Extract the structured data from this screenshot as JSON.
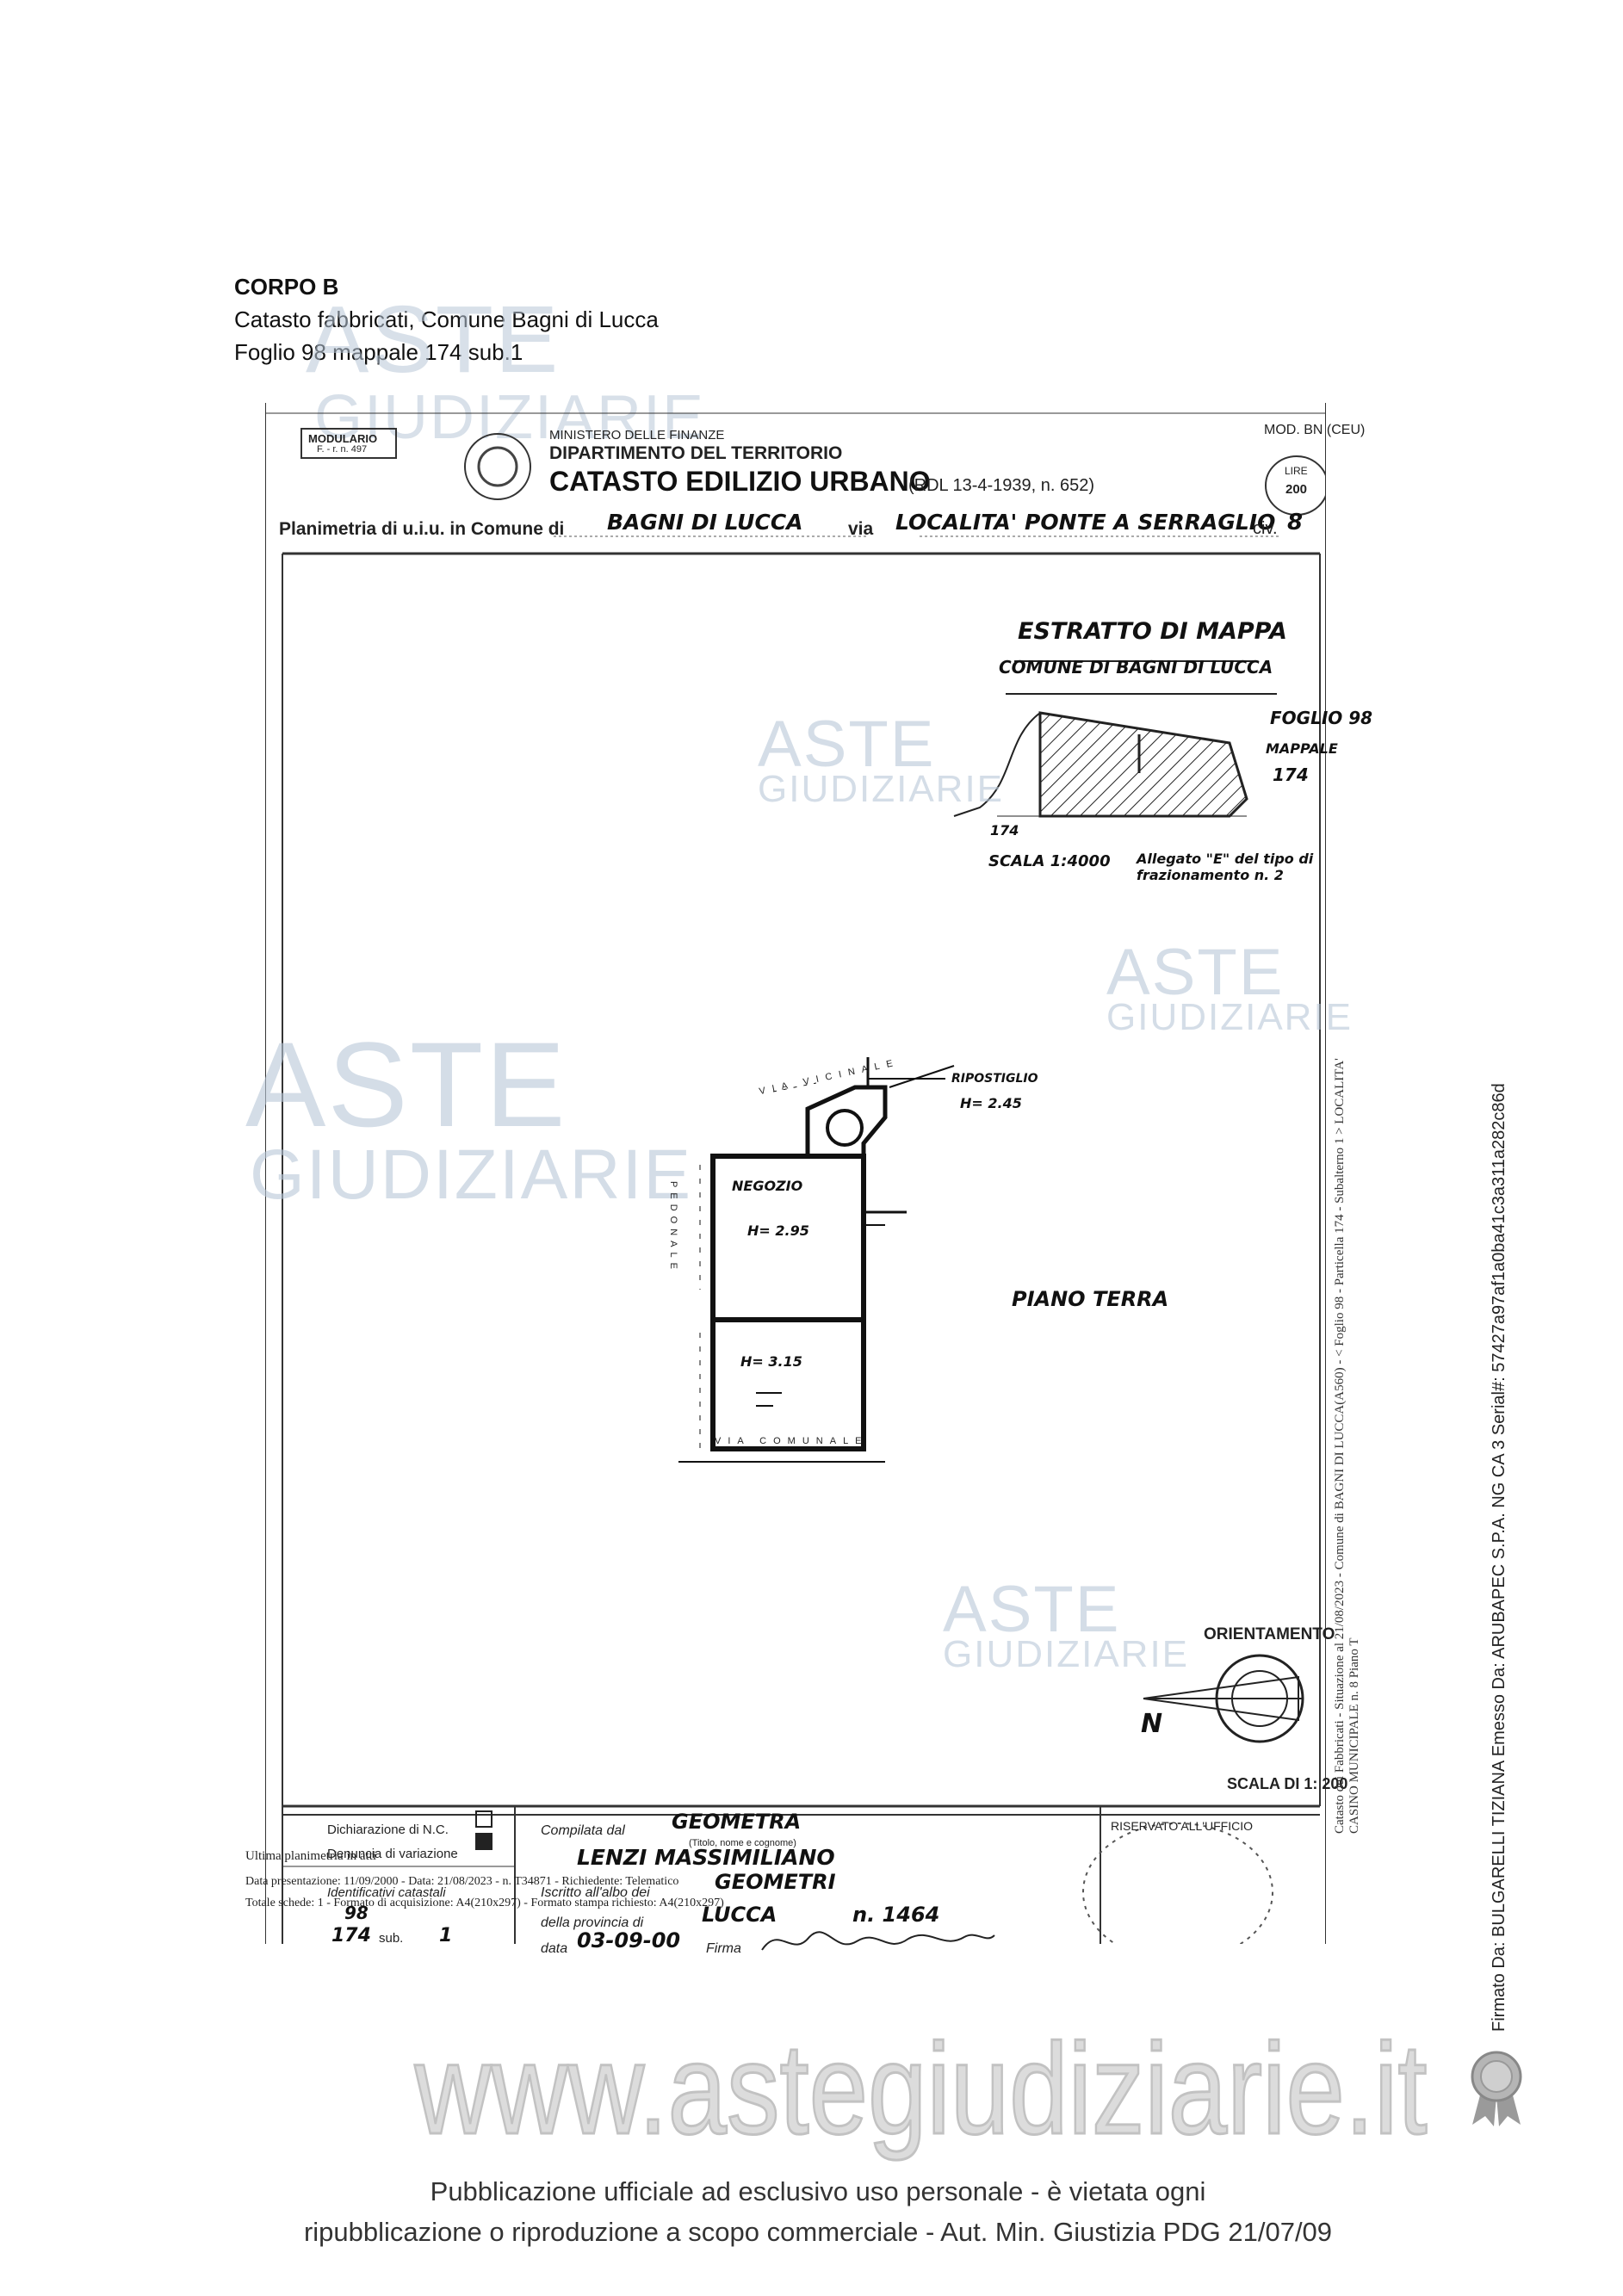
{
  "header": {
    "title": "CORPO B",
    "line1": "Catasto fabbricati, Comune Bagni di Lucca",
    "line2": "Foglio 98 mappale 174 sub.1"
  },
  "form": {
    "modulario": "MODULARIO",
    "modulario_num": "F. - r. n. 497",
    "ministry": "MINISTERO DELLE FINANZE",
    "department": "DIPARTIMENTO DEL TERRITORIO",
    "catasto": "CATASTO EDILIZIO URBANO",
    "rdl": "(RDL 13-4-1939, n. 652)",
    "mod": "MOD. BN (CEU)",
    "lire_label": "LIRE",
    "lire_value": "200",
    "planimetria_label": "Planimetria di u.i.u. in Comune di",
    "comune_value": "BAGNI DI LUCCA",
    "via_label": "via",
    "via_value": "LOCALITA' PONTE A SERRAGLIO",
    "civ_label": "civ.",
    "civ_value": "8"
  },
  "map": {
    "title": "ESTRATTO DI MAPPA",
    "comune": "COMUNE DI BAGNI DI LUCCA",
    "foglio": "FOGLIO 98",
    "mappale_label": "MAPPALE",
    "mappale_value": "174",
    "parcel_label": "174",
    "scale": "SCALA 1:4000",
    "allegato": "Allegato \"E\" del tipo di frazionamento n. 2"
  },
  "plan": {
    "ripostiglio": "RIPOSTIGLIO",
    "h_ripostiglio": "H= 2.45",
    "negozio": "NEGOZIO",
    "h_negozio": "H= 2.95",
    "h_room2": "H= 3.15",
    "piano": "PIANO TERRA",
    "via_vicinale": "VIA VICINALE",
    "via_comunale": "VIA COMUNALE",
    "pedonale": "PEDONALE",
    "orientamento": "ORIENTAMENTO",
    "north": "N",
    "scala": "SCALA DI 1: 200"
  },
  "vertical_stamp": "Catasto dei Fabbricati - Situazione al 21/08/2023 - Comune di BAGNI DI LUCCA(A560) - < Foglio 98 - Particella 174 - Subalterno 1 > LOCALITA' CASINO MUNICIPALE n. 8 Piano T",
  "footer_form": {
    "dichiarazione": "Dichiarazione di N.C.",
    "denuncia": "Denuncia di variazione",
    "compilata": "Compilata dal",
    "compilata_value": "GEOMETRA",
    "name": "LENZI MASSIMILIANO",
    "name_hint": "(Titolo, nome e cognome)",
    "iscritto": "Iscritto all'albo dei",
    "iscritto_value": "GEOMETRI",
    "provincia": "della provincia di",
    "provincia_value": "LUCCA",
    "numero": "n. 1464",
    "data_label": "data",
    "data_value": "03-09-00",
    "firma": "Firma",
    "riservato": "RISERVATO ALL'UFFICIO",
    "ultima": "Ultima planimetria in atti",
    "presentazione": "Data presentazione: 11/09/2000 - Data: 21/08/2023 - n. T34871 - Richiedente: Telematico",
    "totale": "Totale schede: 1 - Formato di acquisizione: A4(210x297) - Formato stampa richiesto: A4(210x297)",
    "identificativi": "Identificativi catastali",
    "foglio_num": "98",
    "particella_num": "174",
    "sub_label": "sub.",
    "sub_num": "1"
  },
  "watermark": {
    "aste": "ASTE",
    "giudiziarie": "GIUDIZIARIE",
    "site": "www.astegiudiziarie.it"
  },
  "footer": {
    "line1": "Pubblicazione ufficiale ad esclusivo uso personale - è vietata ogni",
    "line2": "ripubblicazione o riproduzione a scopo commerciale - Aut. Min. Giustizia PDG 21/07/09"
  },
  "signature": "Firmato Da: BULGARELLI TIZIANA Emesso Da: ARUBAPEC S.P.A. NG CA 3 Serial#: 57427a97af1a0ba41c3a311a282c86d"
}
